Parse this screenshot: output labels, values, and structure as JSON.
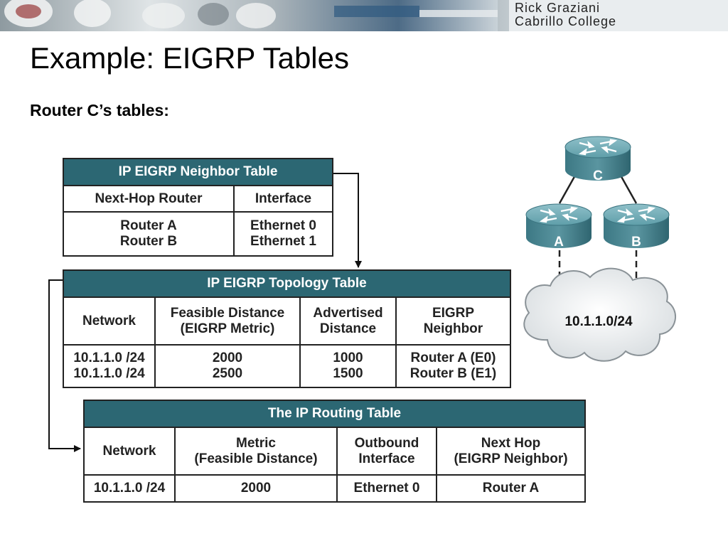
{
  "header": {
    "author_line1": "Rick Graziani",
    "author_line2": "Cabrillo College"
  },
  "slide": {
    "title": "Example: EIGRP Tables",
    "subtitle": "Router C’s tables:"
  },
  "neighbor_table": {
    "title": "IP EIGRP Neighbor Table",
    "columns": [
      "Next-Hop Router",
      "Interface"
    ],
    "rows": [
      {
        "next_hop": [
          "Router A",
          "Router B"
        ],
        "interface": [
          "Ethernet 0",
          "Ethernet 1"
        ]
      }
    ]
  },
  "topology_table": {
    "title": "IP EIGRP Topology Table",
    "columns": [
      [
        "Network"
      ],
      [
        "Feasible Distance",
        "(EIGRP Metric)"
      ],
      [
        "Advertised",
        "Distance"
      ],
      [
        "EIGRP",
        "Neighbor"
      ]
    ],
    "rows": {
      "network": [
        "10.1.1.0 /24",
        "10.1.1.0 /24"
      ],
      "feasible_distance": [
        "2000",
        "2500"
      ],
      "advertised_distance": [
        "1000",
        "1500"
      ],
      "neighbor": [
        "Router A (E0)",
        "Router B (E1)"
      ]
    }
  },
  "routing_table": {
    "title": "The IP Routing Table",
    "columns": [
      [
        "Network"
      ],
      [
        "Metric",
        "(Feasible Distance)"
      ],
      [
        "Outbound",
        "Interface"
      ],
      [
        "Next Hop",
        "(EIGRP Neighbor)"
      ]
    ],
    "rows": [
      {
        "network": "10.1.1.0 /24",
        "metric": "2000",
        "interface": "Ethernet 0",
        "next_hop": "Router A"
      }
    ]
  },
  "diagram": {
    "routers": [
      "C",
      "A",
      "B"
    ],
    "network_label": "10.1.1.0/24",
    "colors": {
      "router_body": "#4a8a96",
      "table_header": "#2c6773",
      "cloud": "#e8ebed"
    }
  }
}
